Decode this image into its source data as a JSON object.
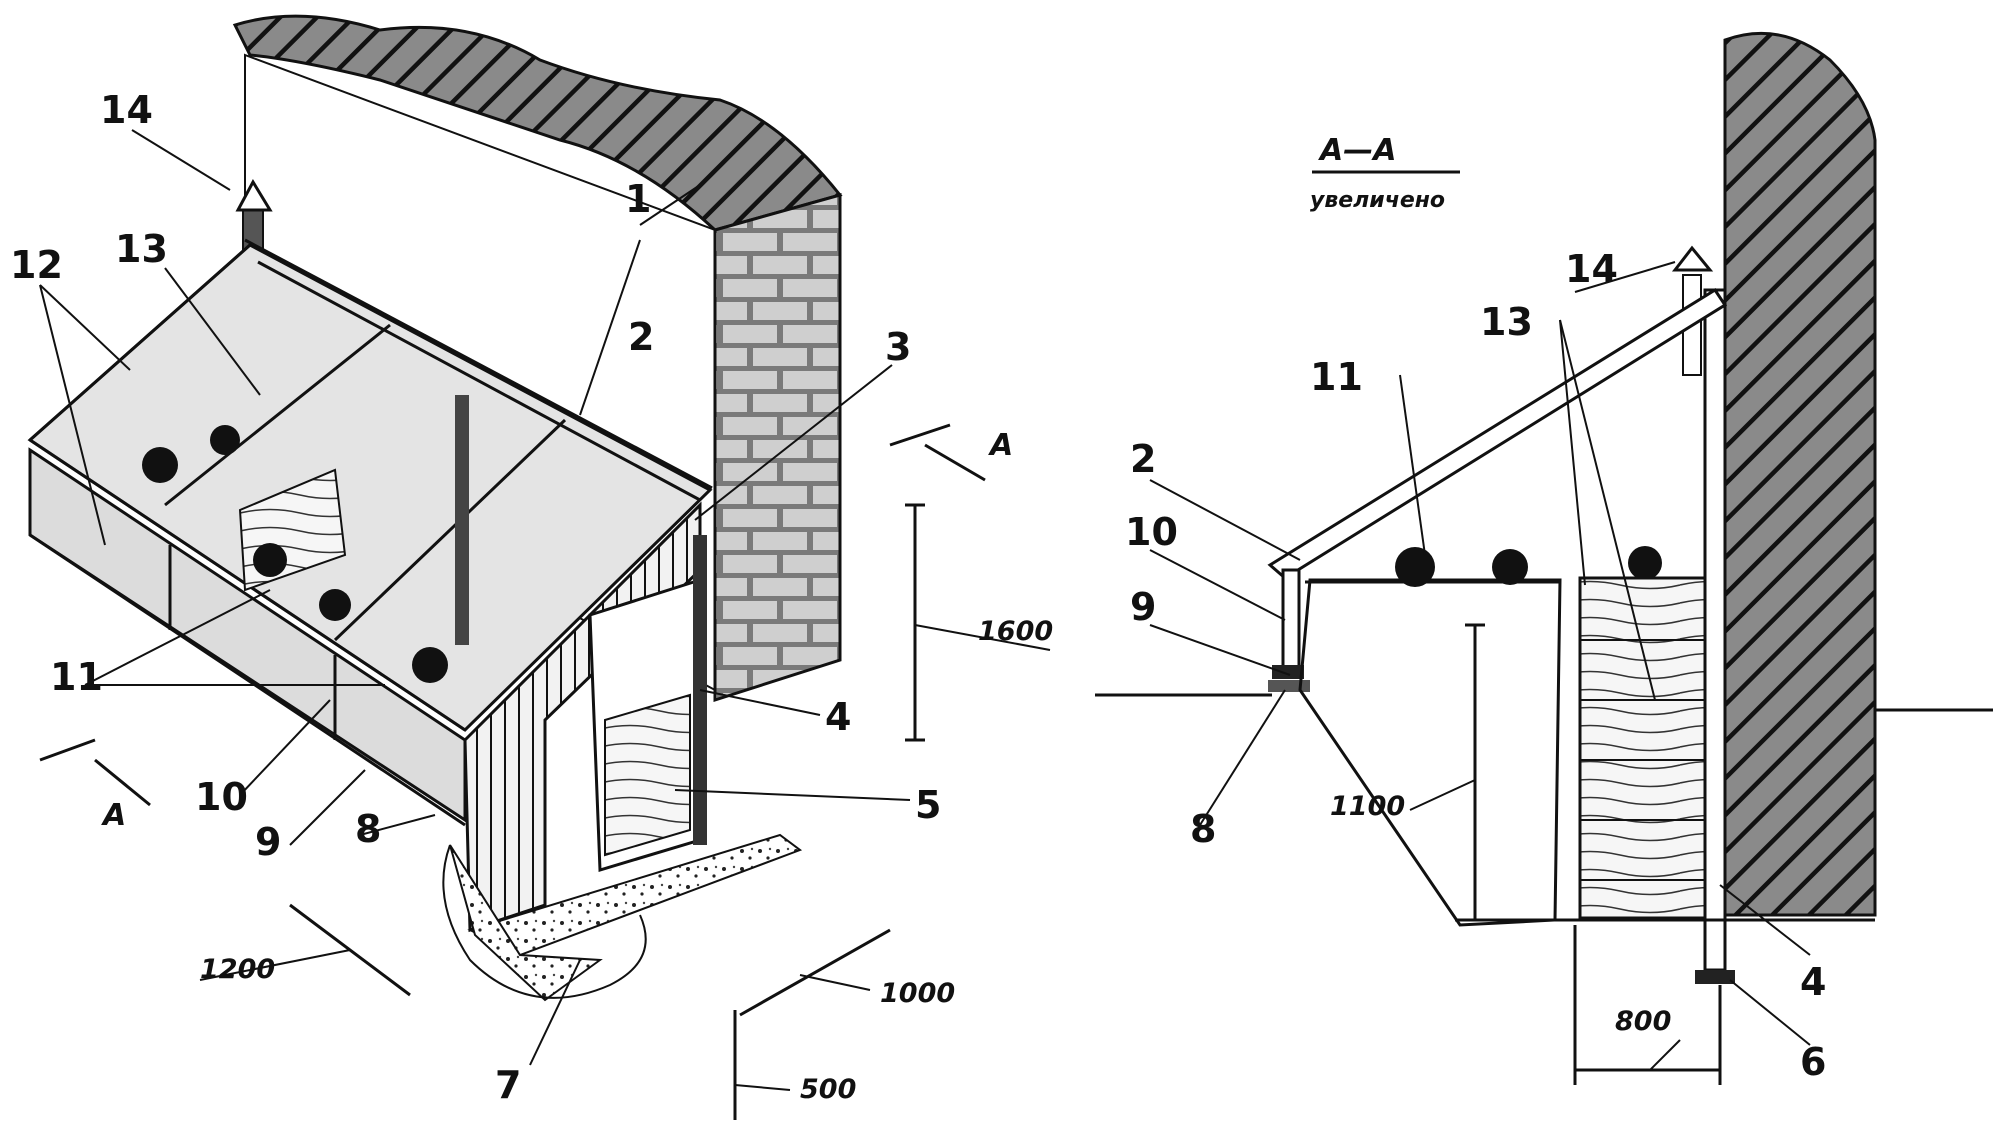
{
  "colors": {
    "ink": "#111111",
    "paper": "#ffffff",
    "wall_shade": "#6e6e6e",
    "glass": "#e4e4e4"
  },
  "section_mark": "А",
  "section_title": "А—А",
  "section_caption": "увеличено",
  "labels": {
    "l1": "1",
    "l2": "2",
    "l3": "3",
    "l4": "4",
    "l5": "5",
    "l7": "7",
    "l8": "8",
    "l9": "9",
    "l10": "10",
    "l11": "11",
    "l12": "12",
    "l13": "13",
    "l14": "14",
    "r2": "2",
    "r4": "4",
    "r6": "6",
    "r8": "8",
    "r9": "9",
    "r10": "10",
    "r11": "11",
    "r13": "13",
    "r14": "14"
  },
  "dimensions": {
    "height_total": "1600",
    "length": "1200",
    "width": "1000",
    "pit_depth": "500",
    "section_depth": "1100",
    "section_width": "800"
  }
}
